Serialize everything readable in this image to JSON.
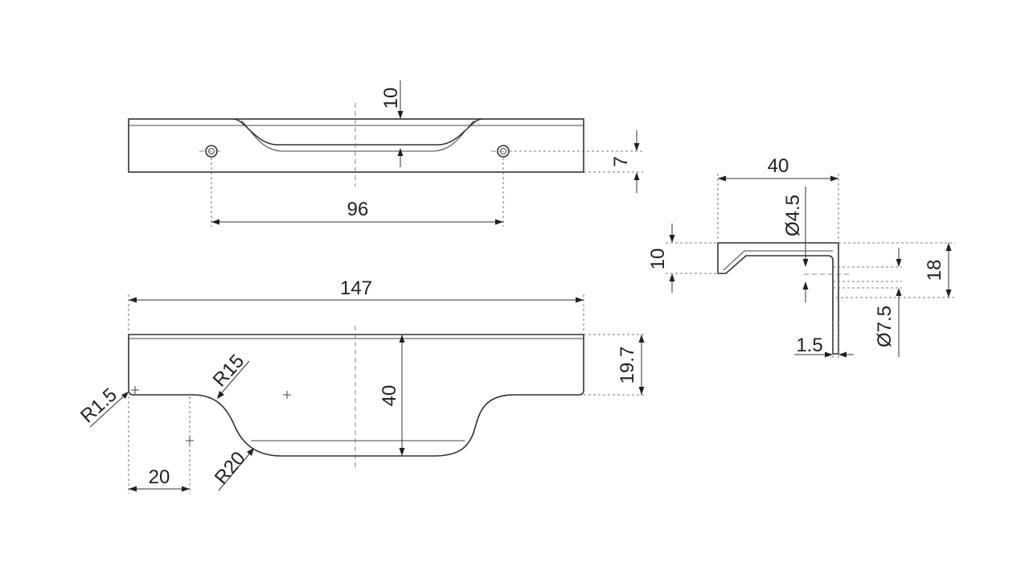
{
  "drawing": {
    "top_view": {
      "dim_groove_depth": "10",
      "dim_hole_offset": "7",
      "dim_hole_spacing": "96"
    },
    "front_view": {
      "dim_length": "147",
      "dim_height": "40",
      "dim_flat_height": "19.7",
      "dim_edge_flat": "20",
      "radius_corner": "R1.5",
      "radius_upper": "R15",
      "radius_lower": "R20"
    },
    "side_view": {
      "dim_width": "40",
      "dim_hole_small": "Ø4.5",
      "dim_lip": "10",
      "dim_height": "18",
      "dim_hole_large": "Ø7.5",
      "dim_thickness": "1.5"
    }
  }
}
